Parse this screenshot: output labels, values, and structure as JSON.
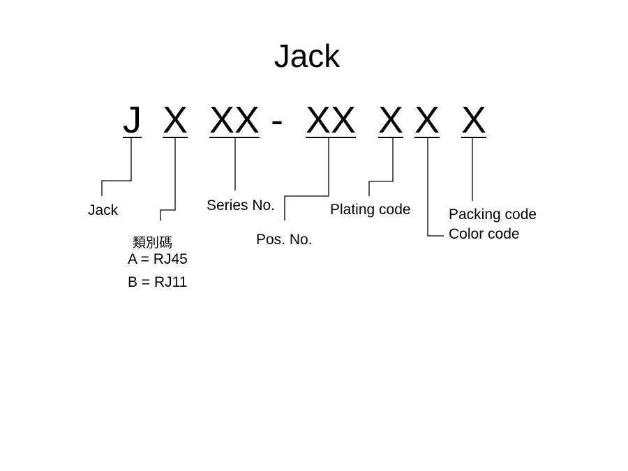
{
  "title": "Jack",
  "code": {
    "segments": [
      "J",
      "X",
      "XX",
      "XX",
      "X",
      "X",
      "X"
    ],
    "separator": "-"
  },
  "labels": {
    "jack": "Jack",
    "category": "類別碼",
    "category_options": [
      "A = RJ45",
      "B = RJ11"
    ],
    "series": "Series No.",
    "pos": "Pos. No.",
    "plating": "Plating code",
    "packing": "Packing code",
    "color": "Color code"
  }
}
